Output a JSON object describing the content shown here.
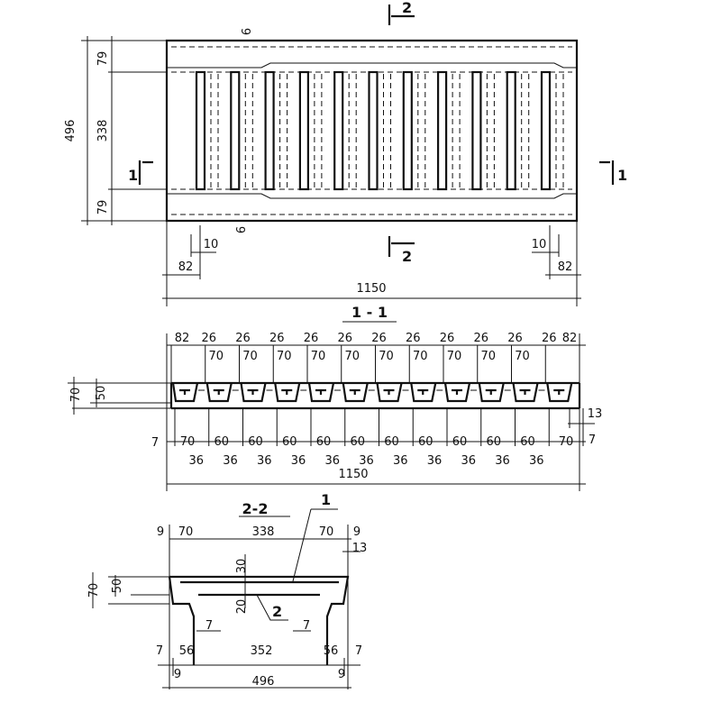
{
  "plan": {
    "overall_width": "1150",
    "overall_height": "496",
    "top_band": "79",
    "middle": "338",
    "bottom_band": "79",
    "end_offset_left": "82",
    "end_offset_right": "82",
    "slot_offset_left": "10",
    "slot_offset_right": "10",
    "step_top": "9",
    "step_bottom": "9",
    "section1_left": "1",
    "section1_right": "1",
    "section2_top": "2",
    "section2_bottom": "2"
  },
  "section_1_1": {
    "title": "1 - 1",
    "top_dims": [
      "82",
      "26",
      "26",
      "26",
      "26",
      "26",
      "26",
      "26",
      "26",
      "26",
      "26",
      "26",
      "82"
    ],
    "rib_dims": [
      "70",
      "70",
      "70",
      "70",
      "70",
      "70",
      "70",
      "70",
      "70",
      "70"
    ],
    "bottom_dims": [
      "70",
      "60",
      "60",
      "60",
      "60",
      "60",
      "60",
      "60",
      "60",
      "60",
      "60",
      "70"
    ],
    "gap_dims": [
      "36",
      "36",
      "36",
      "36",
      "36",
      "36",
      "36",
      "36",
      "36",
      "36",
      "36"
    ],
    "total": "1150",
    "height_total": "70",
    "height_slab": "50",
    "right_13": "13",
    "left_7": "7",
    "right_7": "7"
  },
  "section_2_2": {
    "title": "2-2",
    "callout_1": "1",
    "callout_2": "2",
    "top": [
      "9",
      "70",
      "338",
      "70",
      "9"
    ],
    "right_13": "13",
    "height_total": "70",
    "height_slab": "50",
    "dim_30": "30",
    "dim_20": "20",
    "inner_7_left": "7",
    "inner_7_right": "7",
    "bottom": [
      "7",
      "56",
      "352",
      "56",
      "7"
    ],
    "bottom_9_left": "9",
    "bottom_9_right": "9",
    "total": "496"
  }
}
